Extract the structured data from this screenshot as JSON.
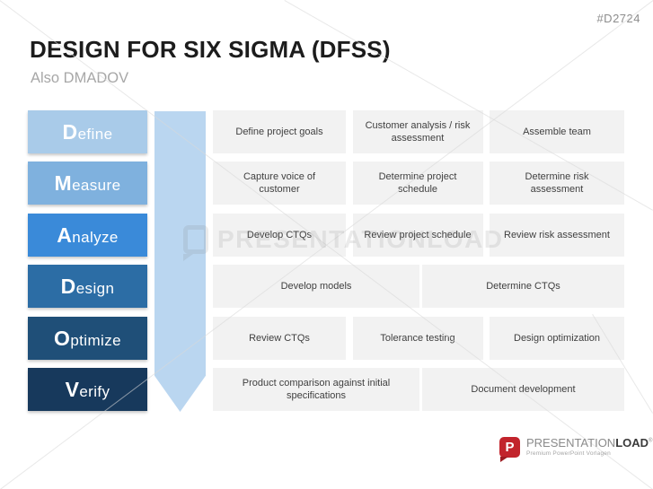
{
  "slide": {
    "id_tag": "#D2724",
    "title": "DESIGN FOR SIX SIGMA (DFSS)",
    "subtitle": "Also DMADOV"
  },
  "stages": [
    {
      "name": "Define",
      "letter": "D",
      "rest": "efine",
      "color": "#A9CBE9",
      "tasks": [
        "Define project goals",
        "Customer analysis / risk assessment",
        "Assemble team"
      ]
    },
    {
      "name": "Measure",
      "letter": "M",
      "rest": "easure",
      "color": "#7FB1DE",
      "tasks": [
        "Capture voice of customer",
        "Determine project schedule",
        "Determine risk assessment"
      ]
    },
    {
      "name": "Analyze",
      "letter": "A",
      "rest": "nalyze",
      "color": "#3A8AD9",
      "tasks": [
        "Develop CTQs",
        "Review project schedule",
        "Review risk assessment"
      ]
    },
    {
      "name": "Design",
      "letter": "D",
      "rest": "esign",
      "color": "#2C6DA5",
      "tasks": [
        "Develop models",
        "Determine CTQs"
      ]
    },
    {
      "name": "Optimize",
      "letter": "O",
      "rest": "ptimize",
      "color": "#1F4F78",
      "tasks": [
        "Review CTQs",
        "Tolerance testing",
        "Design optimization"
      ]
    },
    {
      "name": "Verify",
      "letter": "V",
      "rest": "erify",
      "color": "#17395C",
      "tasks": [
        "Product comparison against initial specifications",
        "Document development"
      ]
    }
  ],
  "watermark": {
    "text": "PRESENTATIONLOAD"
  },
  "logo": {
    "letter": "P",
    "brand_first": "PRESENTATION",
    "brand_second": "LOAD",
    "reg": "®",
    "tagline": "Premium PowerPoint Vorlagen",
    "red": "#C2242C"
  },
  "colors": {
    "arrow": "#BAD6F0",
    "task_box_bg": "#F2F2F2",
    "task_text": "#3F3F3F",
    "title_text": "#1C1C1C",
    "subtitle_text": "#A7A7A7",
    "id_text": "#8C8C8C",
    "stage_text": "#FFFFFF"
  }
}
